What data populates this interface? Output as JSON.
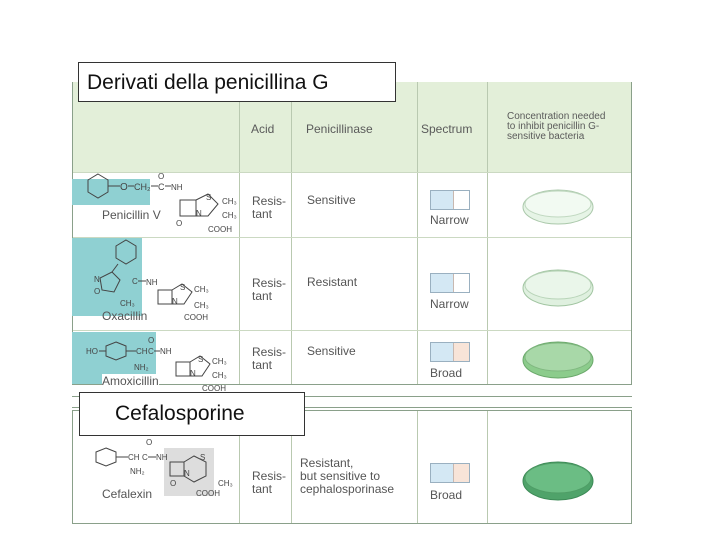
{
  "titles": {
    "penicillin_group": "Derivati della penicillina G",
    "cephalosporin_group": "Cefalosporine"
  },
  "table_header": {
    "acid": "Acid",
    "penicillinase": "Penicillinase",
    "spectrum": "Spectrum",
    "concentration": [
      "Concentration needed",
      "to inhibit penicillin G-",
      "sensitive bacteria"
    ]
  },
  "rows": [
    {
      "name": "Penicillin V",
      "acid": "Resis-\ntant",
      "penicillinase": "Sensitive",
      "spectrum": "Narrow",
      "dish_level": "light"
    },
    {
      "name": "Oxacillin",
      "acid": "Resis-\ntant",
      "penicillinase": "Resistant",
      "spectrum": "Narrow",
      "dish_level": "light"
    },
    {
      "name": "Amoxicillin",
      "acid": "Resis-\ntant",
      "penicillinase": "Sensitive",
      "spectrum": "Broad",
      "dish_level": "medium"
    },
    {
      "name": "Cefalexin",
      "acid": "Resis-\ntant",
      "penicillinase": "Resistant,\nbut sensitive to\ncephalosporinase",
      "spectrum": "Broad",
      "dish_level": "dark"
    }
  ],
  "chem": {
    "O": "O",
    "CH2": "CH₂",
    "C": "C",
    "NH": "NH",
    "S": "S",
    "CH3": "CH₃",
    "N": "N",
    "COOH": "COOH",
    "HO": "HO",
    "CH": "CH",
    "NH2": "NH₂",
    "O_ring": "O"
  },
  "colors": {
    "header_green": "#e3efd9",
    "highlight_teal": "#8fd0d2",
    "spectrum_blue": "#d4e8f4",
    "spectrum_pink": "#f8e4d8",
    "dish_light": "#e6f4e6",
    "dish_medium": "#a8d8a8",
    "dish_dark": "#5fb37a"
  }
}
